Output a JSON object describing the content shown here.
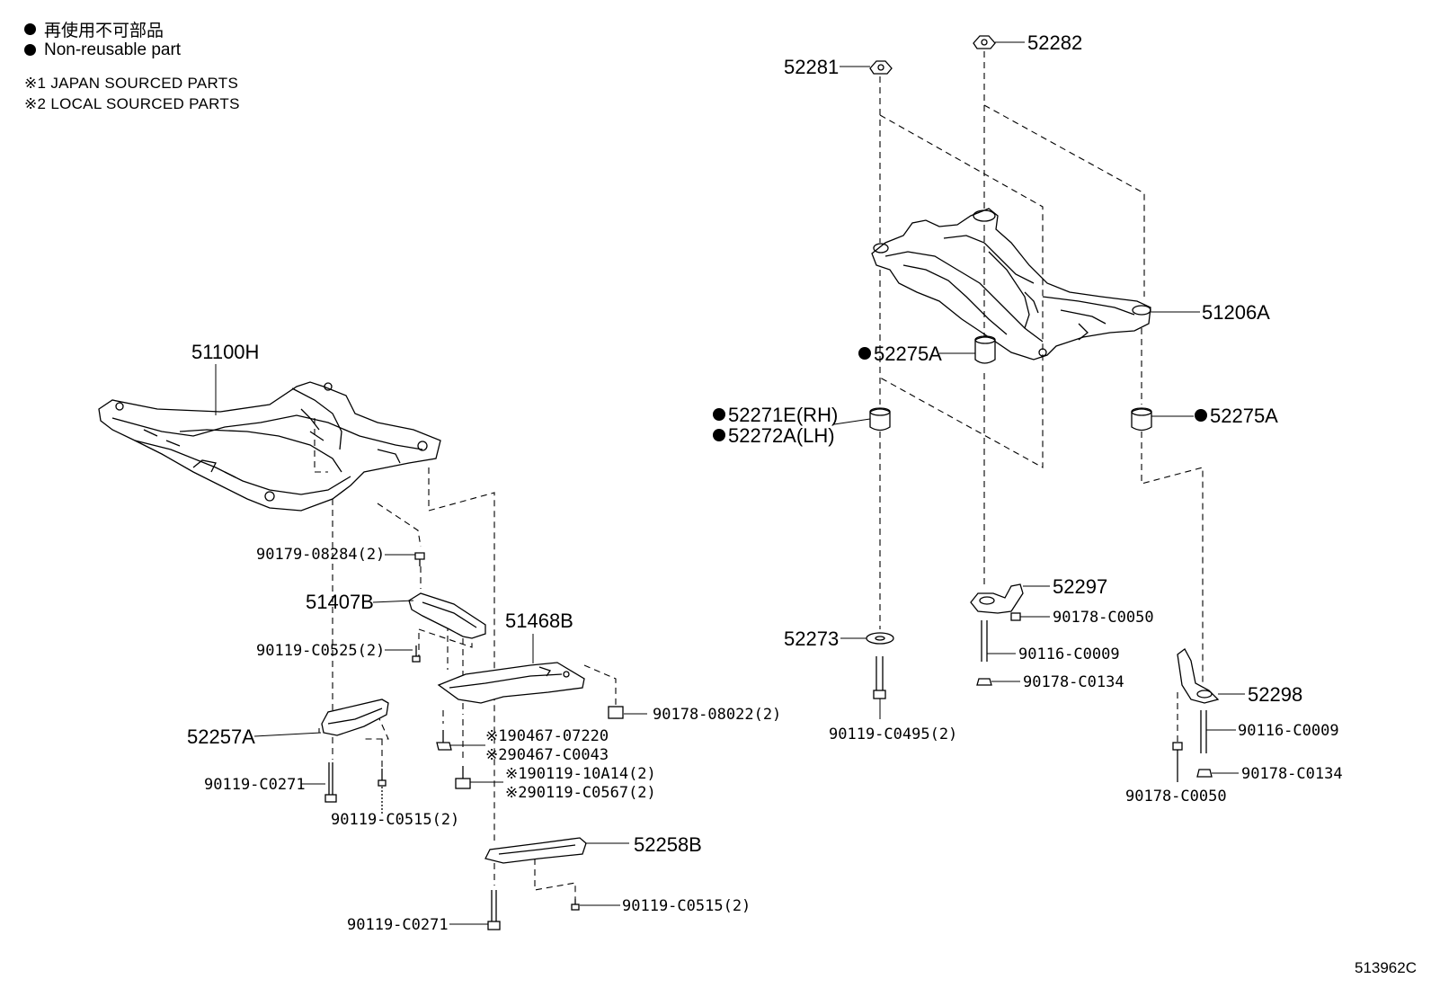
{
  "legend": {
    "non_reusable_jp": "再使用不可部品",
    "non_reusable_en": "Non-reusable part",
    "note1": "※1 JAPAN SOURCED PARTS",
    "note2": "※2 LOCAL SOURCED PARTS"
  },
  "diagram_code": "513962C",
  "front": {
    "crossmember": "51100H",
    "bolt_90179": "90179-08284(2)",
    "cover_51407": "51407B",
    "bolt_90119_c0525": "90119-C0525(2)",
    "cover_51468": "51468B",
    "nut_90178_08022": "90178-08022(2)",
    "bracket_52257": "52257A",
    "washer_j1": "※190467-07220",
    "washer_j2": "※290467-C0043",
    "bolt_j1": "※190119-10A14(2)",
    "bolt_j2": "※290119-C0567(2)",
    "bolt_c0271_a": "90119-C0271",
    "bolt_c0515_a": "90119-C0515(2)",
    "bracket_52258": "52258B",
    "bolt_c0271_b": "90119-C0271",
    "bolt_c0515_b": "90119-C0515(2)"
  },
  "rear": {
    "stopper_52281": "52281",
    "stopper_52282": "52282",
    "crossmember": "51206A",
    "bushing_52275_l": "52275A",
    "bushing_rh": "52271E(RH)",
    "bushing_lh": "52272A(LH)",
    "bushing_52275_r": "52275A",
    "stopper_52297": "52297",
    "nut_c0050_a": "90178-C0050",
    "bolt_c0009_a": "90116-C0009",
    "nut_c0134_a": "90178-C0134",
    "washer_52273": "52273",
    "bolt_c0495": "90119-C0495(2)",
    "stopper_52298": "52298",
    "bolt_c0009_b": "90116-C0009",
    "nut_c0134_b": "90178-C0134",
    "nut_c0050_b": "90178-C0050"
  }
}
